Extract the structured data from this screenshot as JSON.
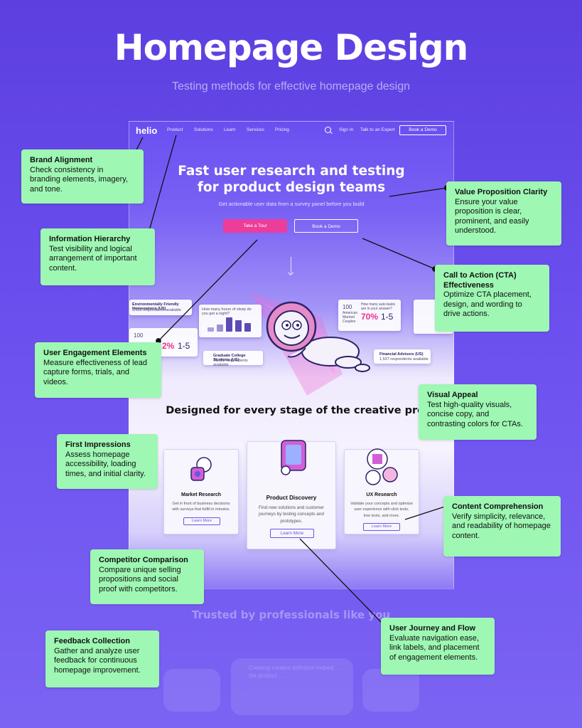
{
  "title": "Homepage Design",
  "subtitle": "Testing methods for effective homepage design",
  "site": {
    "logo": "helio",
    "nav": [
      "Product",
      "Solutions",
      "Learn",
      "Services",
      "Pricing"
    ],
    "sign_in": "Sign In",
    "talk": "Talk to an Expert",
    "book_demo_nav": "Book a Demo",
    "hero_line1": "Fast user research and testing",
    "hero_line2": "for product design teams",
    "hero_sub": "Get actionable user data from a survey panel before you build",
    "cta_tour": "Take a Tour",
    "cta_demo": "Book a Demo",
    "floating": {
      "card1_title": "Environmentally Friendly Homeowners (US)",
      "card1_sub": "3,052 respondents available",
      "card2_title": "How many hours of sleep do you get a night?",
      "card3_num": "100",
      "card3_pct": "2%",
      "card3_ratio": "1-5",
      "card4_num": "100",
      "card4_label": "American Married Couples",
      "card4_q": "How many auto-tasks are in your answer?",
      "card4_pct": "70%",
      "card4_ratio": "1-5",
      "card5_title": "Graduate College Students (US)",
      "card5_sub": "75,032 respondents available",
      "card6_title": "Financial Advisors (US)",
      "card6_sub": "1,537 respondents available"
    },
    "section_heading": "Designed for every stage of the creative process",
    "cards": [
      {
        "title": "Market Research",
        "desc": "Get in front of business decisions with surveys that fulfill in minutes.",
        "cta": "Learn More"
      },
      {
        "title": "Product Discovery",
        "desc": "Find new solutions and customer journeys by testing concepts and prototypes.",
        "cta": "Learn More"
      },
      {
        "title": "UX Research",
        "desc": "Validate your concepts and optimize user experience with click tests, tree tests, and more.",
        "cta": "Learn More"
      }
    ],
    "trusted": "Trusted by professionals like you",
    "ghost_quote": "Creating content definition helped ... the product ..."
  },
  "annotations": [
    {
      "title": "Brand Alignment",
      "desc": "Check consistency in branding elements, imagery, and tone."
    },
    {
      "title": "Value Proposition Clarity",
      "desc": "Ensure your value proposition is clear, prominent, and easily understood."
    },
    {
      "title": "Information Hierarchy",
      "desc": "Test visibility and logical arrangement of important content."
    },
    {
      "title": "Call to Action (CTA) Effectiveness",
      "desc": "Optimize CTA placement, design, and wording to drive actions."
    },
    {
      "title": "User Engagement Elements",
      "desc": "Measure effectiveness of lead capture forms, trials, and videos."
    },
    {
      "title": "Visual Appeal",
      "desc": "Test high-quality visuals, concise copy, and contrasting colors for CTAs."
    },
    {
      "title": "First Impressions",
      "desc": "Assess homepage accessibility, loading times, and initial clarity."
    },
    {
      "title": "Content Comprehension",
      "desc": "Verify simplicity, relevance, and readability of homepage content."
    },
    {
      "title": "Competitor Comparison",
      "desc": "Compare unique selling propositions and social proof with competitors."
    },
    {
      "title": "User Journey and Flow",
      "desc": "Evaluate navigation ease, link labels, and placement of engagement elements."
    },
    {
      "title": "Feedback Collection",
      "desc": "Gather and analyze user feedback for continuous homepage improvement."
    }
  ],
  "colors": {
    "background": "#6247e6",
    "note": "#9ef7b3",
    "accent_pink": "#ec3d9a",
    "cta_purple": "#6b55e0"
  }
}
